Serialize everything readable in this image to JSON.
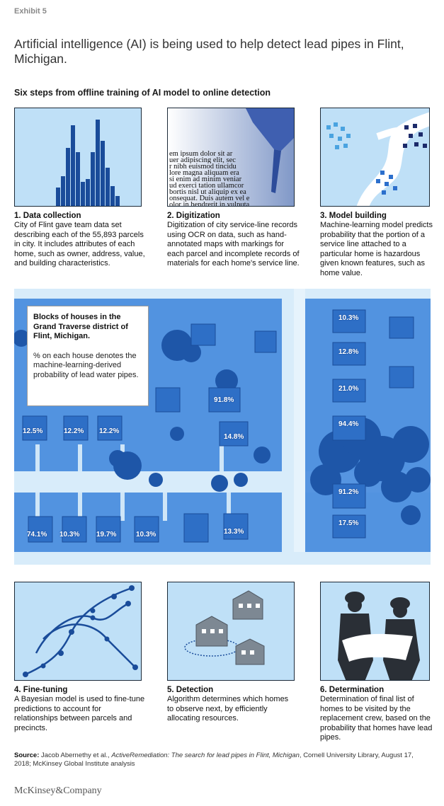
{
  "header": {
    "exhibit": "Exhibit 5",
    "title": "Artificial intelligence (AI) is being used to help detect lead pipes in Flint, Michigan.",
    "subtitle": "Six steps from offline training of AI model to online detection"
  },
  "steps": [
    {
      "title": "1. Data collection",
      "desc": "City of Flint gave team data set describing each of the 55,893 parcels in city. It includes attributes of each home, such as owner, address, value, and building characteristics."
    },
    {
      "title": "2. Digitization",
      "desc": "Digitization of city service-line records using OCR on data, such as hand-annotated maps with markings for each parcel and incomplete records of materials for each home's service line."
    },
    {
      "title": "3. Model building",
      "desc": "Machine-learning model predicts probability that the portion of a service line attached to a particular home is hazardous given known features, such as home value."
    },
    {
      "title": "4. Fine-tuning",
      "desc": "A Bayesian model is used to fine-tune predictions to account for relationships between parcels and precincts."
    },
    {
      "title": "5. Detection",
      "desc": "Algorithm determines which homes to observe next, by efficiently allocating resources."
    },
    {
      "title": "6. Determination",
      "desc": "Determination of final list of homes to be visited by the replacement crew, based on the probability that homes have lead pipes."
    }
  ],
  "ocr_lines": [
    "em ipsum dolor sit ar",
    "uer adipiscing elit, sec",
    "r nibh euismod tincidu",
    "lore magna aliquam era",
    "si enim ad minim veniar",
    "ud exerci tation ullamcor",
    "bortis nisl ut aliquip ex ea",
    "onsequat. Duis autem vel e",
    "olor in hendrerit in vulputa"
  ],
  "map": {
    "callout_title": "Blocks of houses in the Grand Traverse district of Flint, Michigan.",
    "callout_note": "% on each house denotes the machine-learning-derived probability of lead water pipes.",
    "houses": [
      {
        "label": "91.8%",
        "prob": 0.918
      },
      {
        "label": "12.5%",
        "prob": 0.125
      },
      {
        "label": "12.2%",
        "prob": 0.122
      },
      {
        "label": "12.2%",
        "prob": 0.122
      },
      {
        "label": "14.8%",
        "prob": 0.148
      },
      {
        "label": "74.1%",
        "prob": 0.741
      },
      {
        "label": "10.3%",
        "prob": 0.103
      },
      {
        "label": "19.7%",
        "prob": 0.197
      },
      {
        "label": "10.3%",
        "prob": 0.103
      },
      {
        "label": "13.3%",
        "prob": 0.133
      },
      {
        "label": "10.3%",
        "prob": 0.103
      },
      {
        "label": "12.8%",
        "prob": 0.128
      },
      {
        "label": "21.0%",
        "prob": 0.21
      },
      {
        "label": "94.4%",
        "prob": 0.944
      },
      {
        "label": "91.2%",
        "prob": 0.912
      },
      {
        "label": "17.5%",
        "prob": 0.175
      }
    ]
  },
  "footer": {
    "source_label": "Source:",
    "source_text_1": " Jacob Abernethy et al., ",
    "source_italic": "ActiveRemediation: The search for lead pipes in Flint, Michigan",
    "source_text_2": ", Cornell University Library, August 17, 2018; McKinsey Global Institute analysis",
    "brand": "McKinsey&Company"
  },
  "colors": {
    "panel_bg": "#bfe0f7",
    "dark_blue": "#1a4c9a",
    "navy": "#1c2a38",
    "map_bg": "#b9dcf5",
    "road": "#d8ecfa",
    "lot": "#3f86dc",
    "tree": "#1e56a8"
  }
}
